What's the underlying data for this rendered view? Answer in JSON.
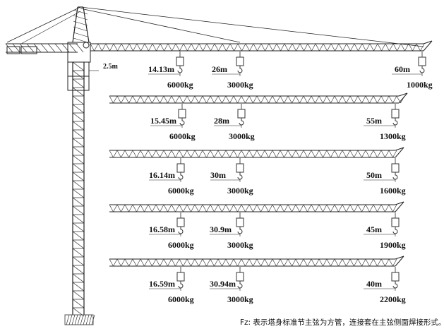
{
  "tower": {
    "height_label": "2.5m"
  },
  "jib_configurations": [
    {
      "id": "60m",
      "near_radius": "14.13m",
      "near_load": "6000kg",
      "mid_radius": "26m",
      "mid_load": "3000kg",
      "tip_radius": "60m",
      "tip_load": "1000kg"
    },
    {
      "id": "55m",
      "near_radius": "15.45m",
      "near_load": "6000kg",
      "mid_radius": "28m",
      "mid_load": "3000kg",
      "tip_radius": "55m",
      "tip_load": "1300kg"
    },
    {
      "id": "50m",
      "near_radius": "16.14m",
      "near_load": "6000kg",
      "mid_radius": "30m",
      "mid_load": "3000kg",
      "tip_radius": "50m",
      "tip_load": "1600kg"
    },
    {
      "id": "45m",
      "near_radius": "16.58m",
      "near_load": "6000kg",
      "mid_radius": "30.9m",
      "mid_load": "3000kg",
      "tip_radius": "45m",
      "tip_load": "1900kg"
    },
    {
      "id": "40m",
      "near_radius": "16.59m",
      "near_load": "6000kg",
      "mid_radius": "30.94m",
      "mid_load": "3000kg",
      "tip_radius": "40m",
      "tip_load": "2200kg"
    }
  ],
  "footnote": "Fz: 表示塔身标准节主弦为方管，连接套在主弦侧面焊接形式。",
  "colors": {
    "line": "#222222",
    "hook": "#333333",
    "ground": "#555555"
  }
}
